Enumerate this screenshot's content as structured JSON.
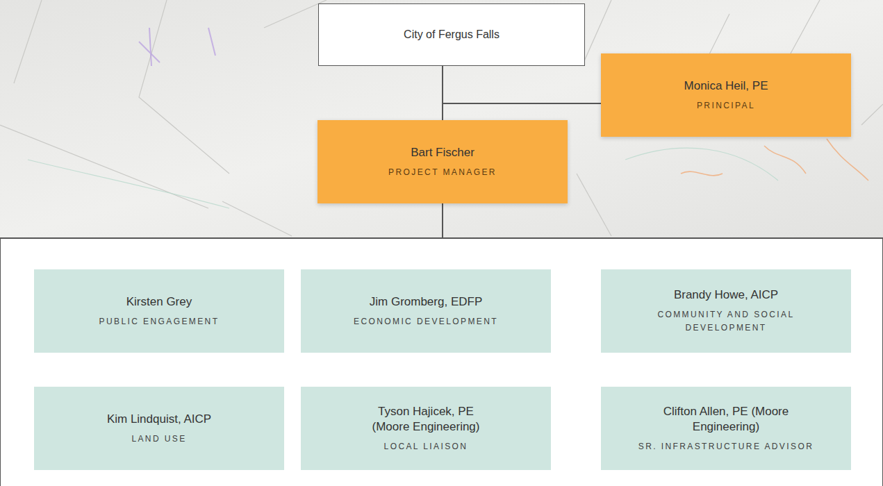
{
  "diagram": {
    "nodes": [
      {
        "text": [
          "City of Fergus Falls"
        ]
      },
      {
        "text": [
          "Monica Heil, PE",
          "PRINCIPAL"
        ]
      },
      {
        "text": [
          "Bart Fischer",
          "PROJECT MANAGER"
        ]
      },
      {
        "text": []
      },
      {
        "text": [
          "Kirsten Grey",
          "PUBLIC ENGAGEMENT"
        ],
        "in": 3
      },
      {
        "text": [
          "Jim Gromberg, EDFP",
          "ECONOMIC DEVELOPMENT"
        ],
        "in": 3
      },
      {
        "text": [
          "Brandy Howe, AICP",
          "COMMUNITY AND SOCIAL DEVELOPMENT"
        ],
        "in": 3
      },
      {
        "text": [
          "Kim Lindquist, AICP",
          "LAND USE"
        ],
        "in": 3
      },
      {
        "text": [
          "Tyson Hajicek, PE (Moore Engineering)",
          "LOCAL LIAISON"
        ],
        "in": 3
      },
      {
        "text": [
          "Clifton Allen, PE (Moore Engineering)",
          "SR. INFRASTRUCTURE ADVISOR"
        ],
        "in": 3
      }
    ],
    "edges": [
      {
        "from": 0,
        "to": 2,
        "arrow": "none"
      },
      {
        "from": 0,
        "to": 1,
        "arrow": "none"
      },
      {
        "from": 2,
        "to": 3,
        "arrow": "none"
      }
    ]
  }
}
